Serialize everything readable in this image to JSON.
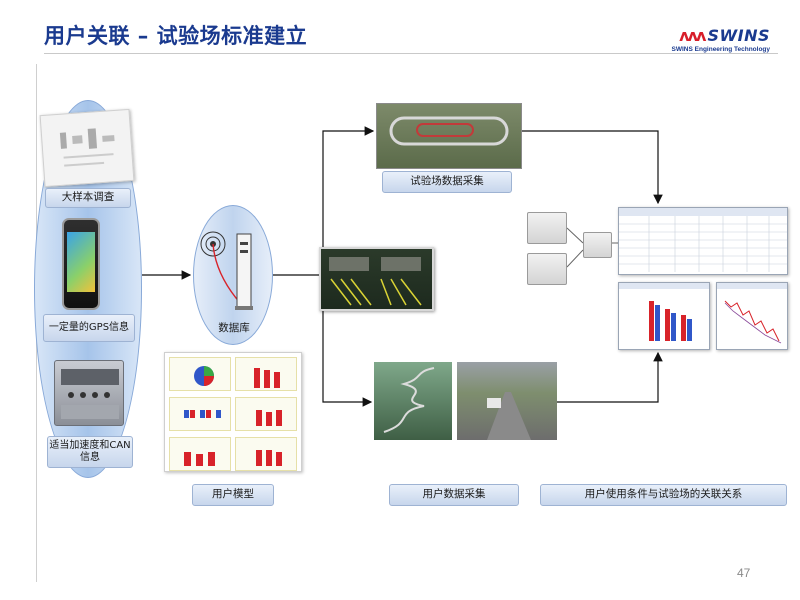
{
  "header": {
    "title": "用户关联 – 试验场标准建立",
    "logo_brand": "SWINS",
    "logo_subtitle": "SWINS Engineering Technology"
  },
  "user_column": {
    "survey_label": "大样本调查",
    "gps_label": "一定量的GPS信息",
    "accel_label": "适当加速度和CAN信息"
  },
  "database_label": "数据库",
  "labels": {
    "proving_ground_data": "试验场数据采集",
    "user_model": "用户模型",
    "user_data": "用户数据采集",
    "correlation": "用户使用条件与试验场的关联关系"
  },
  "page_number": "47",
  "colors": {
    "title": "#1a3a8f",
    "logo_mark": "#d81e2a",
    "arrow": "#111111"
  }
}
